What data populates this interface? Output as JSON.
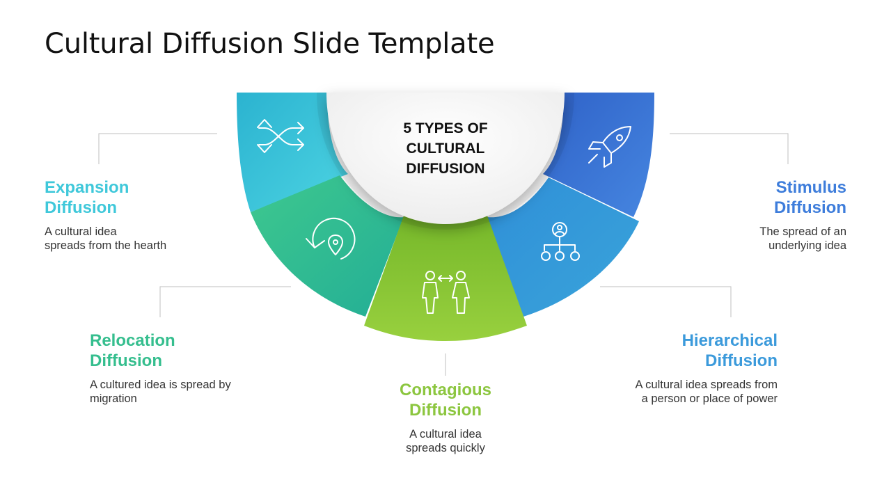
{
  "slide": {
    "title": "Cultural Diffusion Slide Template"
  },
  "center": {
    "line1": "5 TYPES OF",
    "line2": "CULTURAL",
    "line3": "DIFFUSION"
  },
  "items": [
    {
      "name": "expansion",
      "title_line1": "Expansion",
      "title_line2": "Diffusion",
      "desc_line1": "A cultural idea",
      "desc_line2": "spreads from the hearth",
      "color": "#3FC8DA",
      "icon": "shuffle-arrows-icon"
    },
    {
      "name": "relocation",
      "title_line1": "Relocation",
      "title_line2": "Diffusion",
      "desc_line1": "A cultured idea is spread by",
      "desc_line2": "migration",
      "color": "#35BE8E",
      "icon": "relocation-pin-icon"
    },
    {
      "name": "contagious",
      "title_line1": "Contagious",
      "title_line2": "Diffusion",
      "desc_line1": "A cultural idea",
      "desc_line2": "spreads quickly",
      "color": "#8CC63F",
      "icon": "people-exchange-icon"
    },
    {
      "name": "hierarchical",
      "title_line1": "Hierarchical",
      "title_line2": "Diffusion",
      "desc_line1": "A cultural idea spreads from",
      "desc_line2": "a person or place of power",
      "color": "#3B9ADB",
      "icon": "hierarchy-icon"
    },
    {
      "name": "stimulus",
      "title_line1": "Stimulus",
      "title_line2": "Diffusion",
      "desc_line1": "The spread of an",
      "desc_line2": "underlying idea",
      "color": "#3E7DDB",
      "icon": "rocket-icon"
    }
  ]
}
